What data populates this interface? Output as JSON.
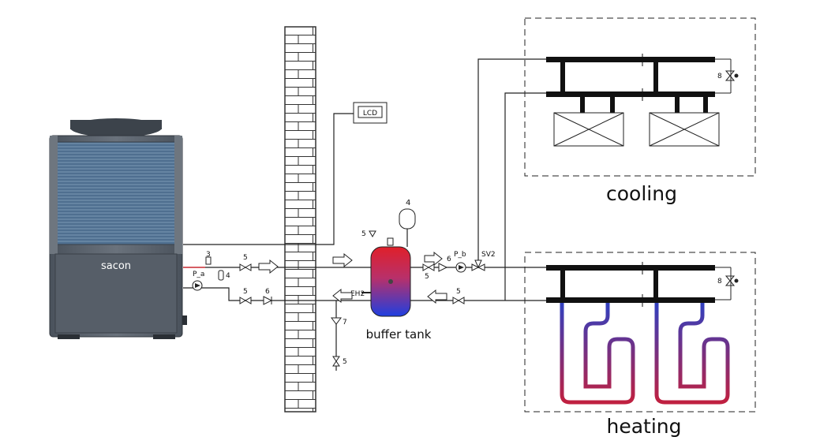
{
  "unit": {
    "brand": "sacon",
    "pump_label": "P_a"
  },
  "controller": {
    "label": "LCD"
  },
  "tank": {
    "label": "buffer tank",
    "heater_label": "EH2"
  },
  "pump_b": {
    "label": "P_b"
  },
  "valve_sv2": {
    "label": "SV2"
  },
  "zones": {
    "cooling": "cooling",
    "heating": "heating"
  },
  "components": {
    "n3": "3",
    "n4a": "4",
    "n4b": "4",
    "n5a": "5",
    "n5b": "5",
    "n5c": "5",
    "n5d": "5",
    "n5e": "5",
    "n5f": "5",
    "n6a": "6",
    "n6b": "6",
    "n7": "7",
    "n8a": "8",
    "n8b": "8"
  },
  "colors": {
    "hot": "#e0202a",
    "cold": "#1f3fe0",
    "pipe": "#222222",
    "unit_body": "#5a626c"
  }
}
